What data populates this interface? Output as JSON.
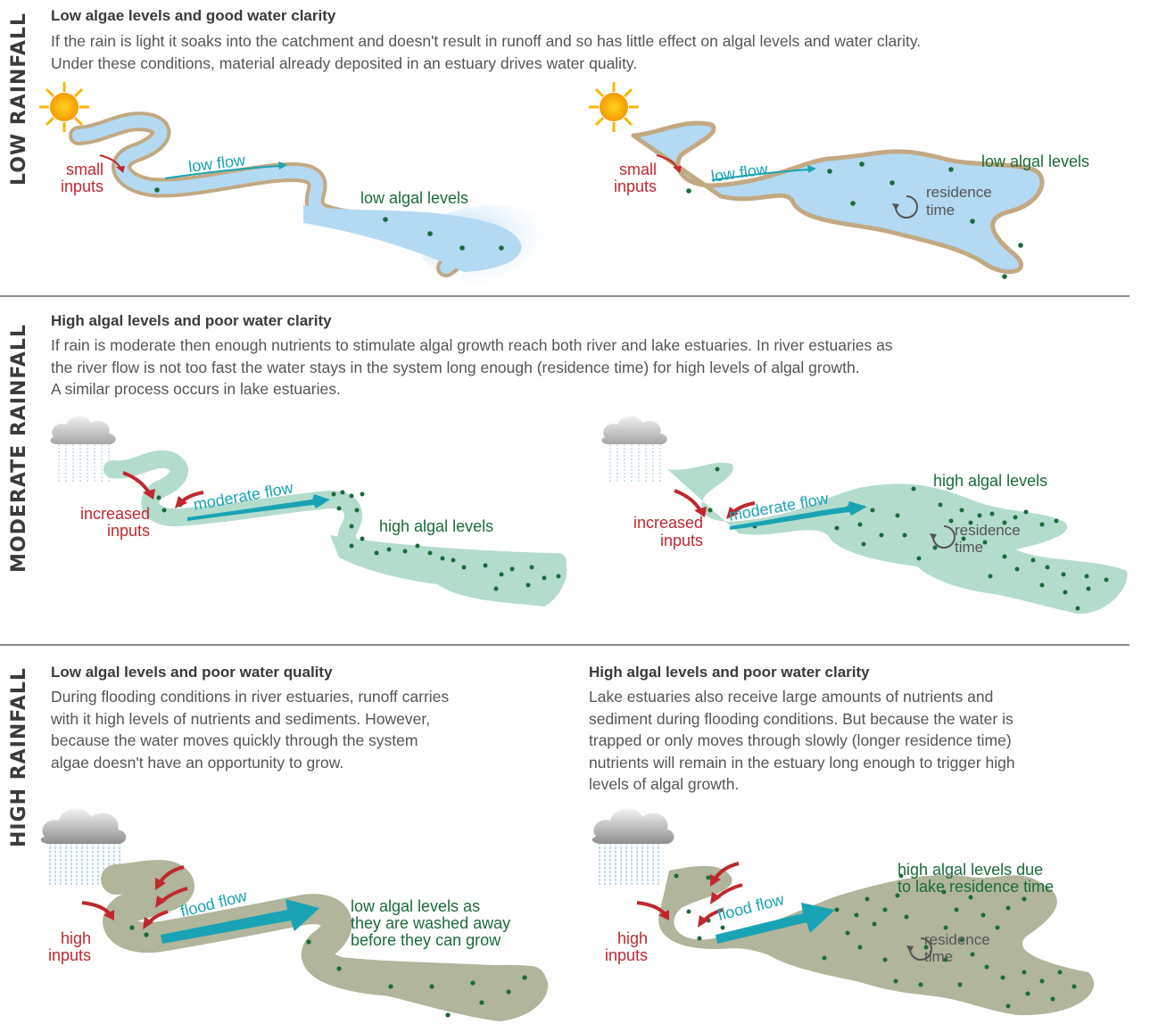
{
  "sections": {
    "low": {
      "side_label": "LOW RAINFALL",
      "heading": "Low algae levels and good water clarity",
      "body": [
        "If the rain is light it soaks into the catchment and doesn't result in runoff and so has little effect on algal levels and water clarity.",
        "Under these conditions, material already deposited in an estuary drives water quality."
      ],
      "river": {
        "inputs": [
          "small",
          "inputs"
        ],
        "flow": "low flow",
        "algae": "low algal levels"
      },
      "lake": {
        "inputs": [
          "small",
          "inputs"
        ],
        "flow": "low flow",
        "algae": "low algal levels",
        "residence": [
          "residence",
          "time"
        ]
      }
    },
    "moderate": {
      "side_label": "MODERATE RAINFALL",
      "heading": "High algal levels and poor water clarity",
      "body": [
        "If rain is moderate then enough nutrients to stimulate algal growth reach both river and lake estuaries. In river estuaries as",
        "the river flow is not too fast the water stays in the system long enough (residence time) for high levels of algal growth.",
        "A similar process occurs in lake estuaries."
      ],
      "river": {
        "inputs": [
          "increased",
          "inputs"
        ],
        "flow": "moderate flow",
        "algae": "high algal levels"
      },
      "lake": {
        "inputs": [
          "increased",
          "inputs"
        ],
        "flow": "moderate flow",
        "algae": "high algal levels",
        "residence": [
          "residence",
          "time"
        ]
      }
    },
    "high": {
      "side_label": "HIGH RAINFALL",
      "river_heading": "Low algal levels and poor water quality",
      "river_body": [
        "During flooding conditions in river estuaries, runoff carries",
        "with it high levels of nutrients and sediments. However,",
        "because the water moves quickly through the system",
        "algae doesn't have an opportunity to grow."
      ],
      "lake_heading": "High algal levels and poor water clarity",
      "lake_body": [
        "Lake estuaries also receive large amounts of nutrients and",
        "sediment during flooding conditions. But because the water is",
        "trapped or only moves through slowly (longer residence time)",
        "nutrients will remain in the estuary long enough to trigger high",
        "levels of algal growth."
      ],
      "river": {
        "inputs": [
          "high",
          "inputs"
        ],
        "flow": "flood flow",
        "algae": [
          "low algal levels as",
          "they are washed away",
          "before they can grow"
        ]
      },
      "lake": {
        "inputs": [
          "high",
          "inputs"
        ],
        "flow": "flood flow",
        "algae": [
          "high algal levels due",
          "to lake residence time"
        ],
        "residence": [
          "residence",
          "time"
        ]
      }
    }
  },
  "colors": {
    "low_water": "#b4d9f2",
    "bank": "#c2a983",
    "moderate_water": "#b3dccd",
    "flood_water": "#b0b59b",
    "algae_dot": "#1a6b3a",
    "flow_arrow": "#19a3b5",
    "input_arrow": "#c0282e",
    "algae_label": "#1a6b3a",
    "input_label": "#c0282e"
  },
  "icons": [
    "sun-icon",
    "rain-cloud-icon",
    "residence-cycle-icon"
  ]
}
